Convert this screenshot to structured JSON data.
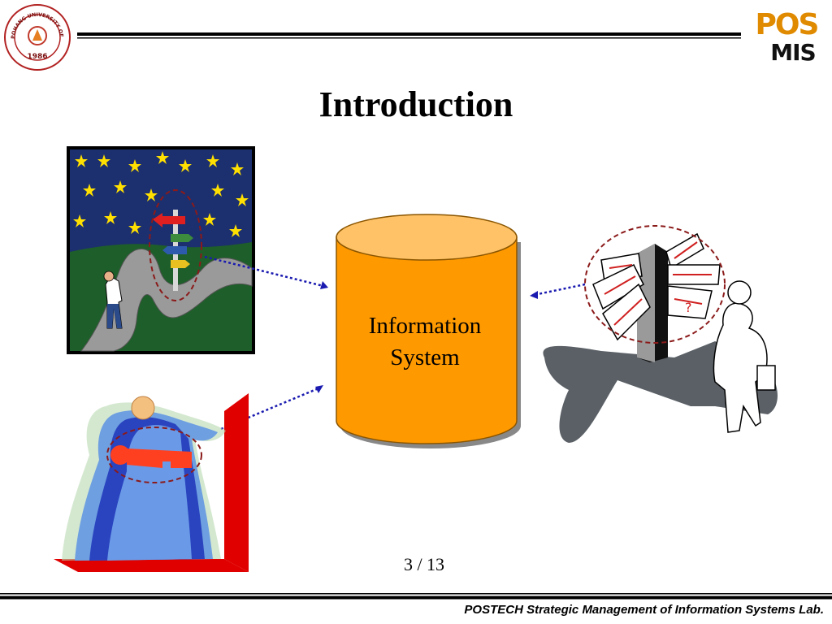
{
  "header": {
    "seal_text": "POHANG UNIVERSITY OF SCIENCE AND TECHNOLOGY",
    "seal_year": "1986",
    "logo_top": "POS",
    "logo_bottom": "MIS"
  },
  "slide": {
    "title": "Introduction",
    "cylinder_label_line1": "Information",
    "cylinder_label_line2": "System",
    "page_number": "3 / 13"
  },
  "footer": {
    "text": "POSTECH Strategic Management of Information Systems Lab."
  },
  "colors": {
    "cylinder_fill": "#FF9900",
    "cylinder_top": "#FFC266",
    "night_sky": "#1C2F6E",
    "grass": "#1E5E2A",
    "arrow_dots": "#1A1AB0",
    "highlight_circle": "#8B1A1A"
  }
}
